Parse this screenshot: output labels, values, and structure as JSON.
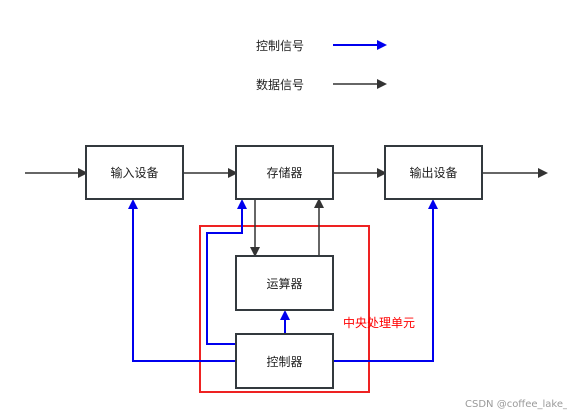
{
  "legend": {
    "control_signal": "控制信号",
    "data_signal": "数据信号"
  },
  "nodes": {
    "input": "输入设备",
    "memory": "存储器",
    "output": "输出设备",
    "alu": "运算器",
    "controller": "控制器"
  },
  "cpu_group_label": "中央处理单元",
  "watermark": "CSDN @coffee_lake_",
  "colors": {
    "control": "#0000ee",
    "data": "#333333",
    "box_border": "#33393e",
    "cpu_border": "#ee2222",
    "cpu_label": "#ff0000"
  }
}
